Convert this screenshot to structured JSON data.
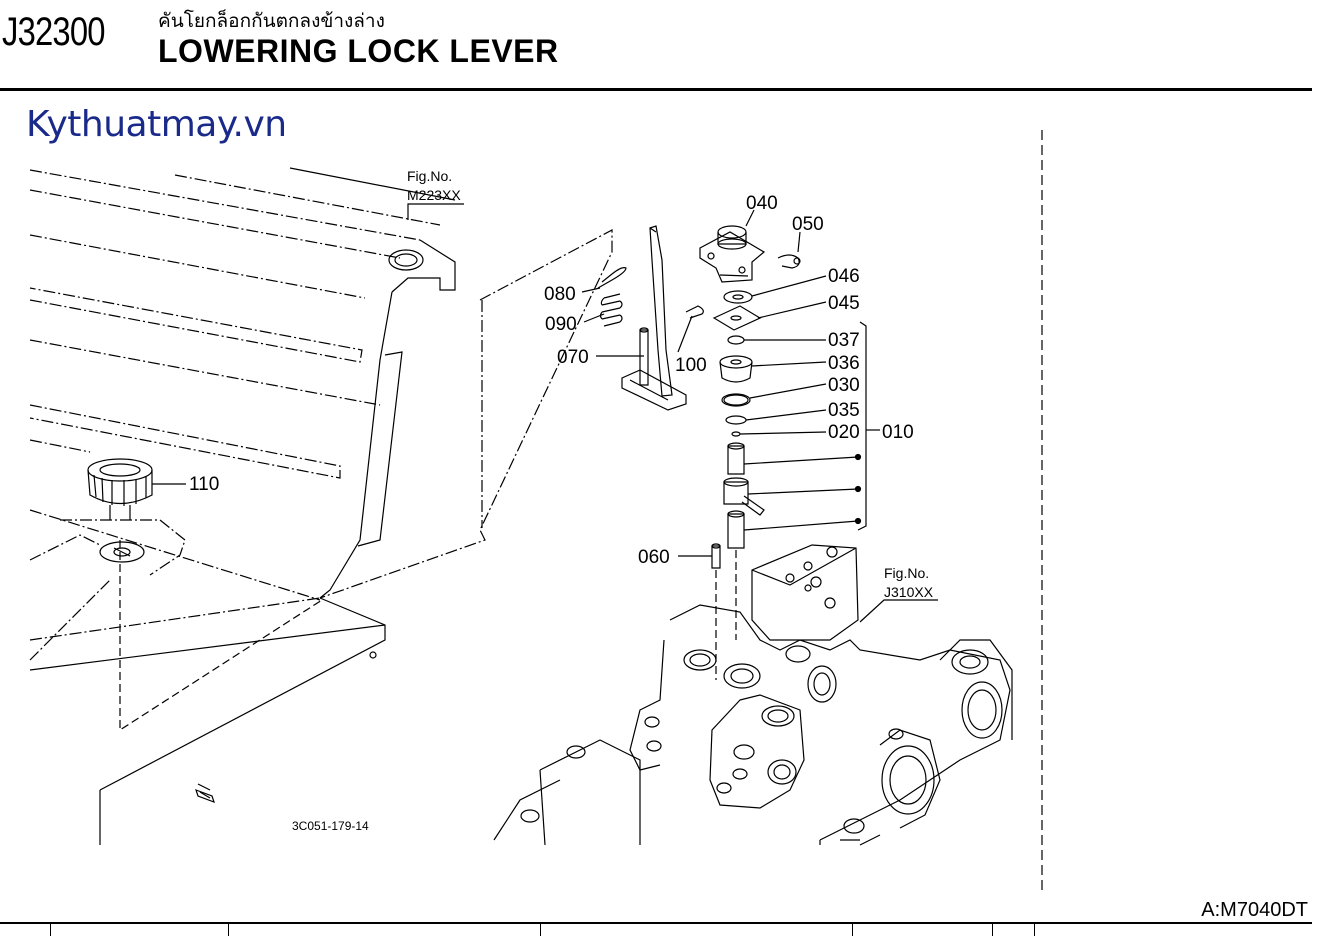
{
  "header": {
    "code": "J32300",
    "title_thai": "คันโยกล็อกกันตกลงข้างล่าง",
    "title_en": "LOWERING LOCK LEVER"
  },
  "watermark": "Kythuatmay.vn",
  "figure_refs": {
    "left_label": "Fig.No.",
    "left_code": "M223XX",
    "right_label": "Fig.No.",
    "right_code": "J310XX"
  },
  "part_labels": [
    "040",
    "050",
    "046",
    "045",
    "037",
    "036",
    "030",
    "035",
    "020",
    "010",
    "080",
    "090",
    "070",
    "100",
    "110",
    "060"
  ],
  "drawing_code": "3C051-179-14",
  "model": "A:M7040DT",
  "colors": {
    "watermark": "#1a2a8a",
    "ink": "#000000"
  }
}
